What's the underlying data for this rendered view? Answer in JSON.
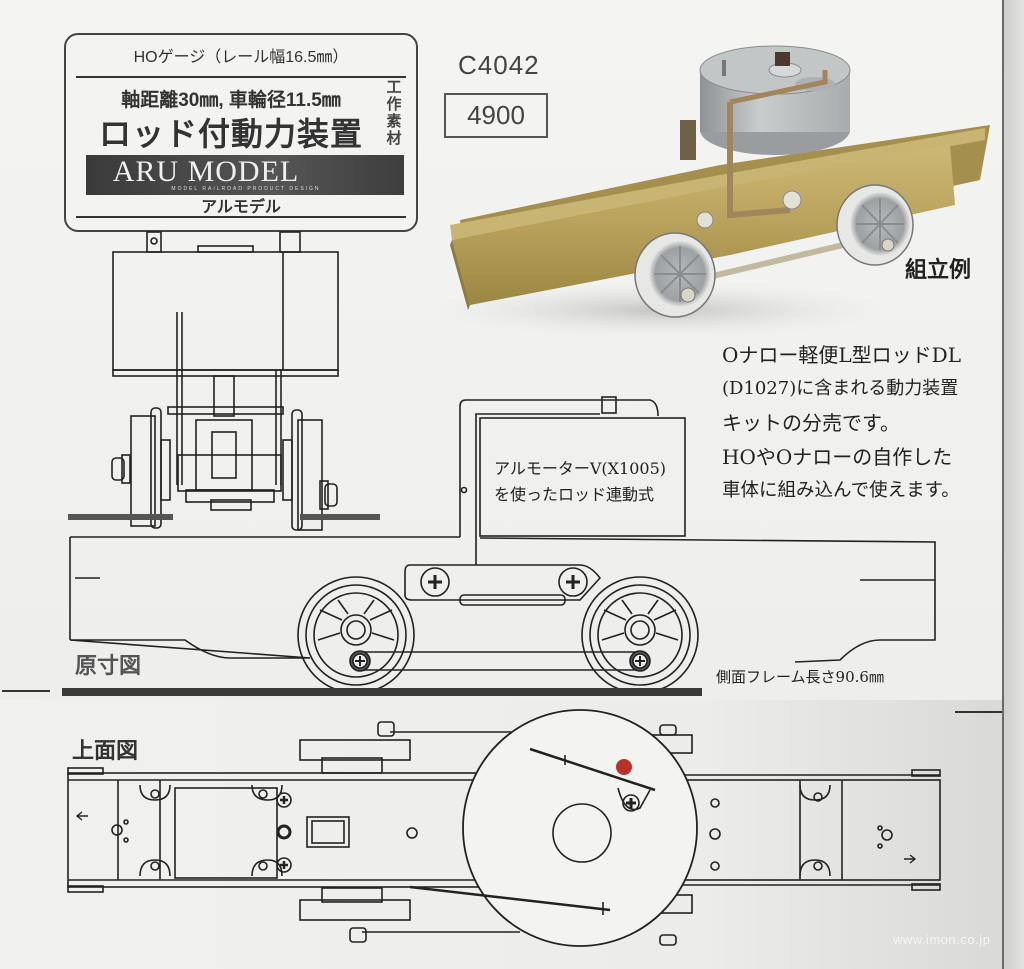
{
  "product": {
    "gauge_line": "HOゲージ（レール幅16.5㎜）",
    "spec_line": "軸距離30㎜, 車輪径11.5㎜",
    "name": "ロッド付動力装置",
    "category_vertical": [
      "工",
      "作",
      "素",
      "材"
    ],
    "brand": "ARU MODEL",
    "brand_tagline": "MODEL RAILROAD PRODUCT DESIGN",
    "brand_kana": "アルモデル",
    "code": "C4042",
    "price": "4900"
  },
  "photo": {
    "caption": "組立例",
    "colors": {
      "brass": "#b8a15a",
      "motor": "#b9bcbd",
      "wheel": "#a8abad"
    }
  },
  "description": {
    "lines": [
      "Oナロー軽便L型ロッドDL",
      "(D1027)に含まれる動力装置",
      "キットの分売です。",
      "HOやOナローの自作した",
      "車体に組み込んで使えます。"
    ]
  },
  "side_view": {
    "motor_label_lines": [
      "アルモーターV(X1005)",
      "を使ったロッド連動式"
    ],
    "section_label": "原寸図",
    "frame_length_label": "側面フレーム長さ90.6㎜"
  },
  "top_view": {
    "section_label": "上面図",
    "marker_color": "#b8322a"
  },
  "watermark": "www.imon.co.jp"
}
